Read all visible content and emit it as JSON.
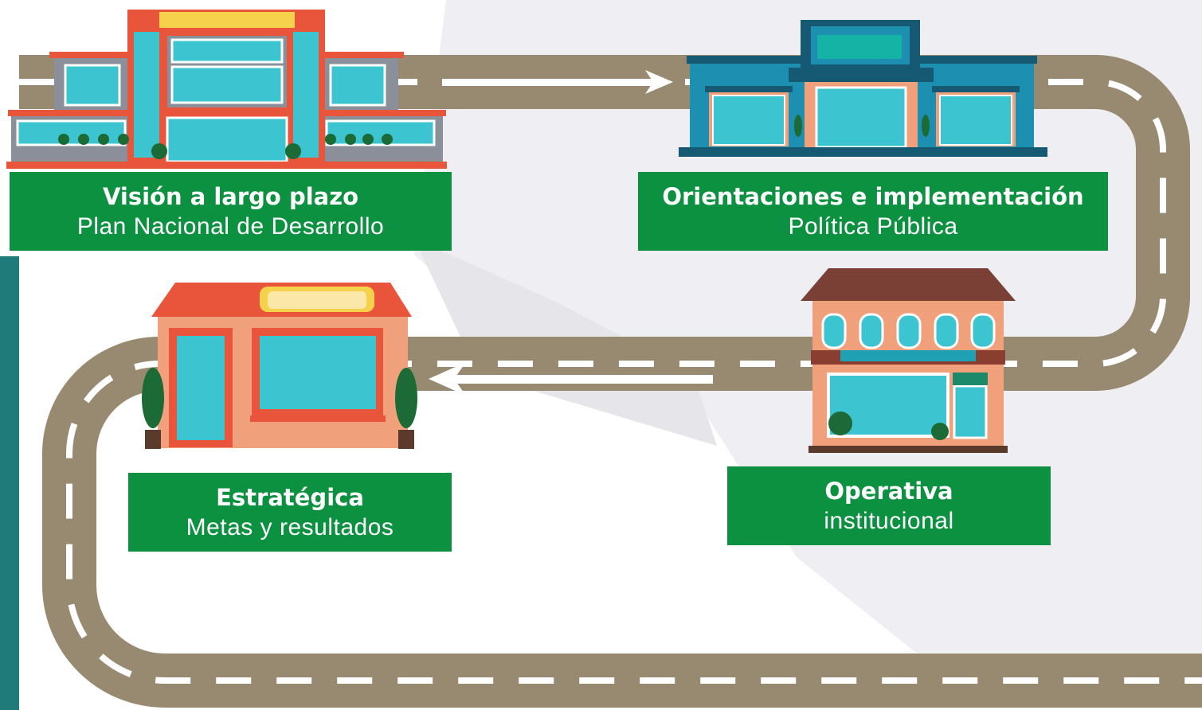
{
  "stages": [
    {
      "title": "Visión a largo plazo",
      "subtitle": "Plan Nacional de Desarrollo"
    },
    {
      "title": "Orientaciones e implementación",
      "subtitle": "Política Pública"
    },
    {
      "title": "Estratégica",
      "subtitle": "Metas y resultados"
    },
    {
      "title": "Operativa",
      "subtitle": "institucional"
    }
  ],
  "colors": {
    "road": "#978a70",
    "road_marking": "#ffffff",
    "label_bg": "#0c9140",
    "label_text": "#ffffff",
    "accent_bar": "#1f7a7a",
    "background": "#ffffff",
    "background_shade": "#ececf0"
  },
  "icons": [
    "government-building-icon",
    "institutional-building-icon",
    "store-building-icon",
    "townhouse-building-icon",
    "arrow-right-icon",
    "arrow-left-icon"
  ]
}
